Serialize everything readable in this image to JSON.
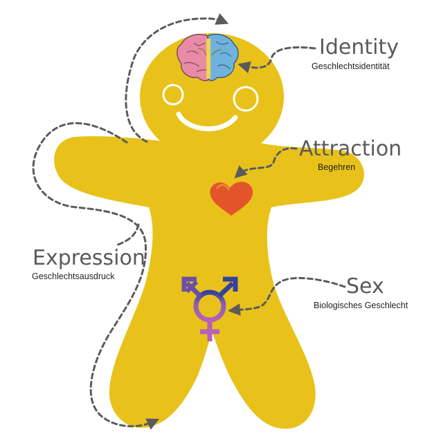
{
  "labels": {
    "identity": {
      "title": "Identity",
      "subtitle": "Geschlechtsidentität"
    },
    "attraction": {
      "title": "Attraction",
      "subtitle": "Begehren"
    },
    "expression": {
      "title": "Expression",
      "subtitle": "Geschlechtsausdruck"
    },
    "sex": {
      "title": "Sex",
      "subtitle": "Biologisches Geschlecht"
    }
  },
  "colors": {
    "body": "#E8C21A",
    "dashed_arrow": "#5b5b5b",
    "heart": "#E4542A",
    "heart_highlight": "#F0843F",
    "gender_symbol_male": "#36429A",
    "gender_symbol_female": "#B660B7",
    "gender_symbol_mid": "#8E5FB0",
    "face": "#ffffff"
  },
  "icons": {
    "brain": "brain-icon",
    "heart": "heart-icon",
    "gender_symbol": "transgender-symbol-icon"
  }
}
